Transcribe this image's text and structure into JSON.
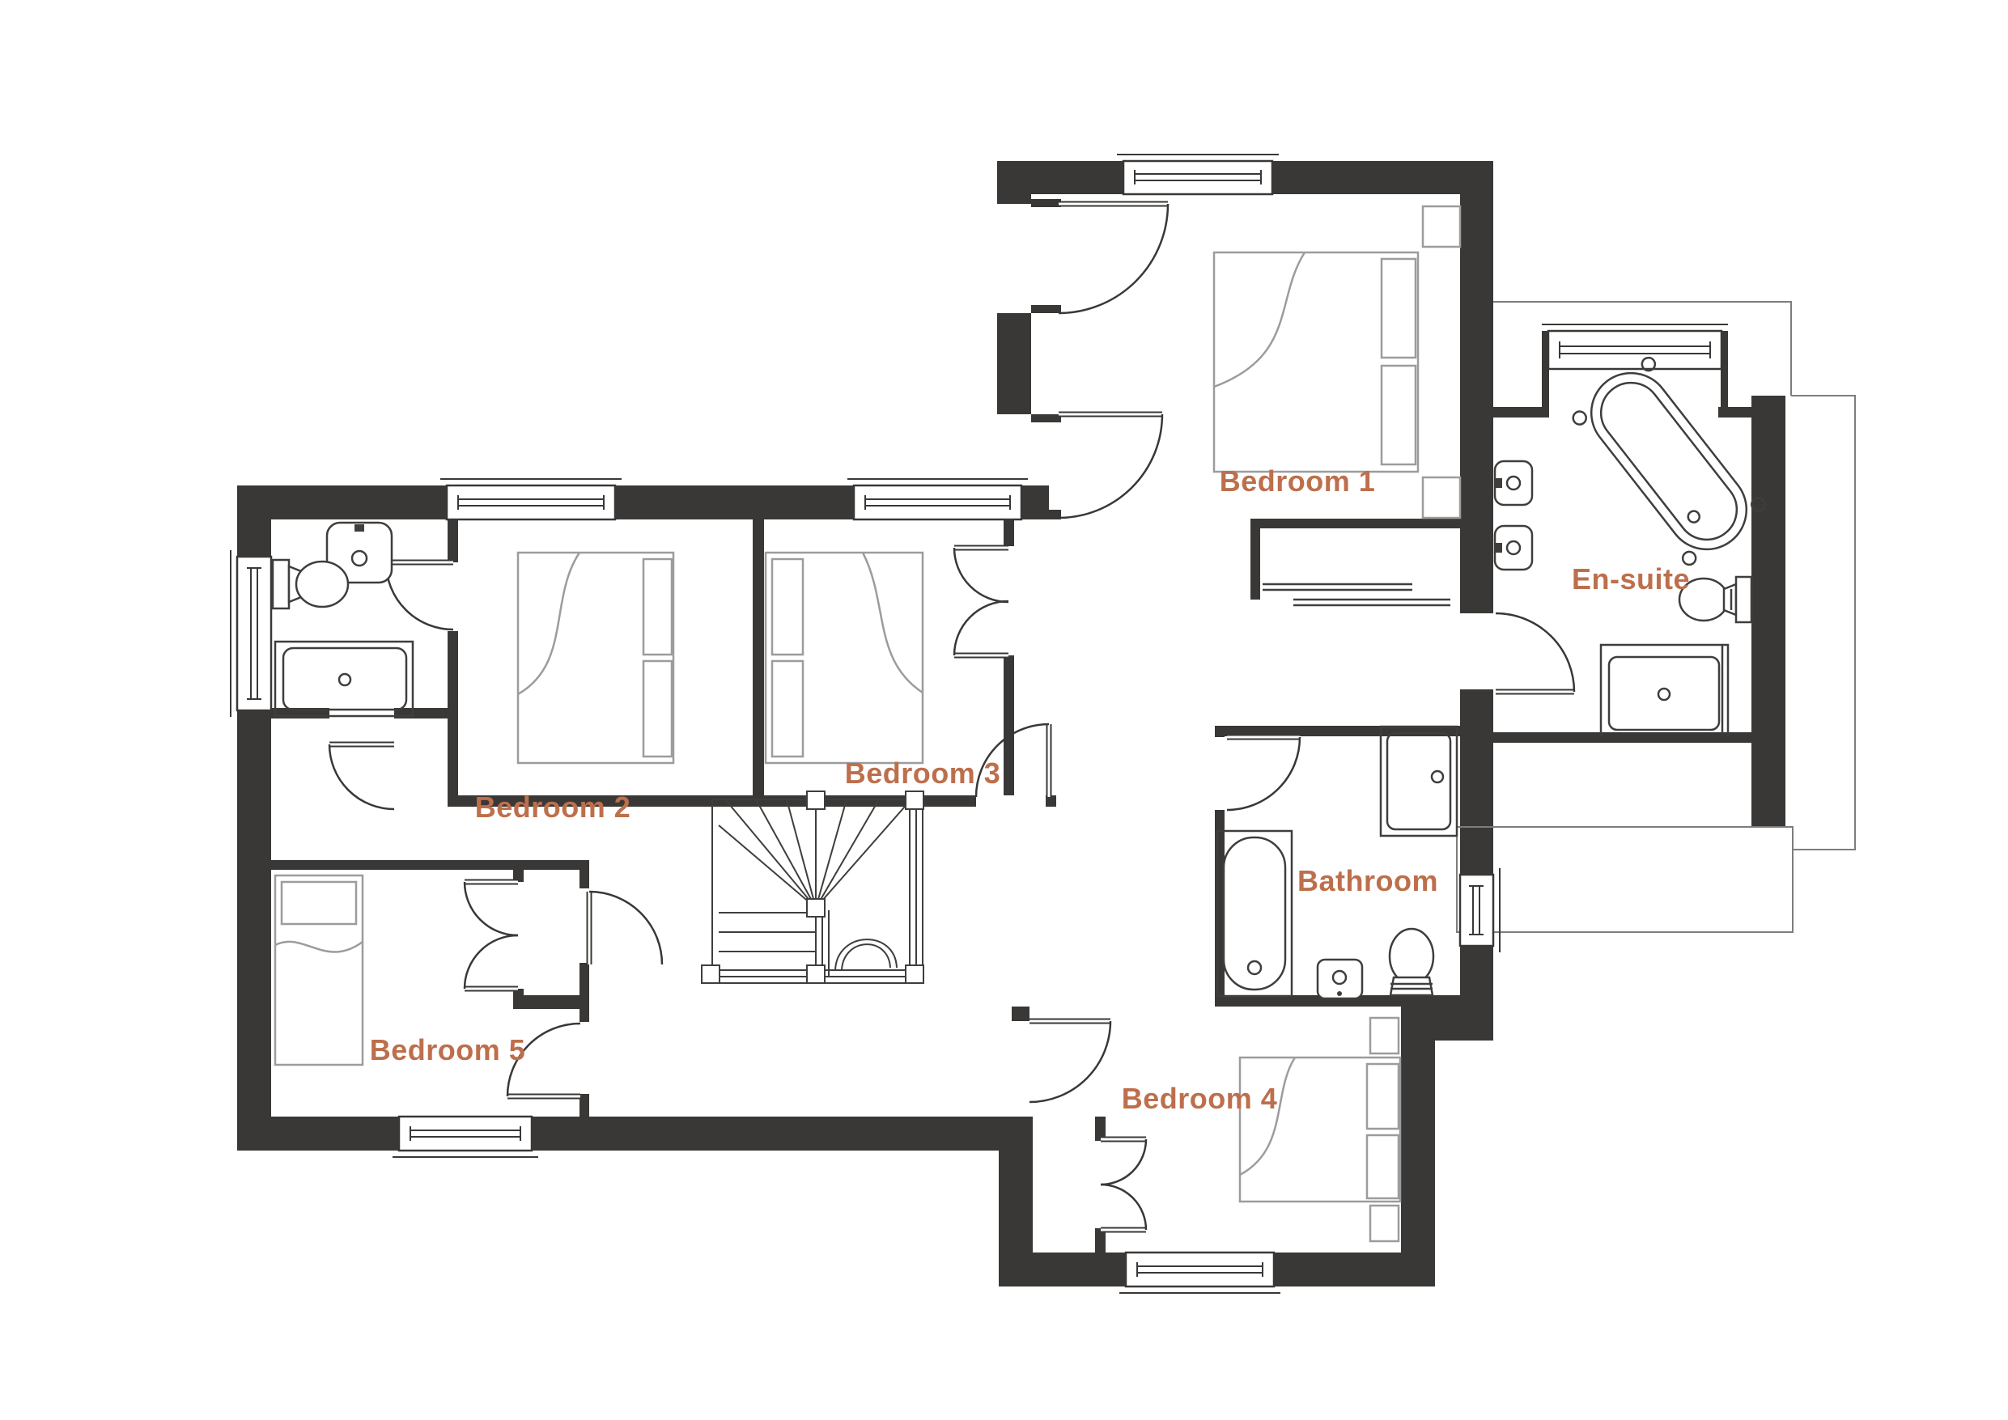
{
  "floorplan": {
    "type": "first-floor-plan",
    "rooms": [
      {
        "id": "bedroom-1",
        "label": "Bedroom 1"
      },
      {
        "id": "bedroom-2",
        "label": "Bedroom 2"
      },
      {
        "id": "bedroom-3",
        "label": "Bedroom 3"
      },
      {
        "id": "bedroom-4",
        "label": "Bedroom 4"
      },
      {
        "id": "bedroom-5",
        "label": "Bedroom 5"
      },
      {
        "id": "bathroom",
        "label": "Bathroom"
      },
      {
        "id": "en-suite",
        "label": "En-suite"
      }
    ],
    "colors": {
      "wall": "#3a3836",
      "label": "#bd6f4c",
      "fixture": "#3f3e3c",
      "furniture": "#9c9c9c",
      "roofline": "#7d7d7d",
      "background": "#ffffff"
    },
    "fixtures": [
      "double-bed",
      "single-bed",
      "freestanding-bath",
      "panel-bath",
      "shower-enclosure",
      "toilet",
      "wash-basin",
      "staircase",
      "wardrobe",
      "window",
      "door"
    ]
  }
}
